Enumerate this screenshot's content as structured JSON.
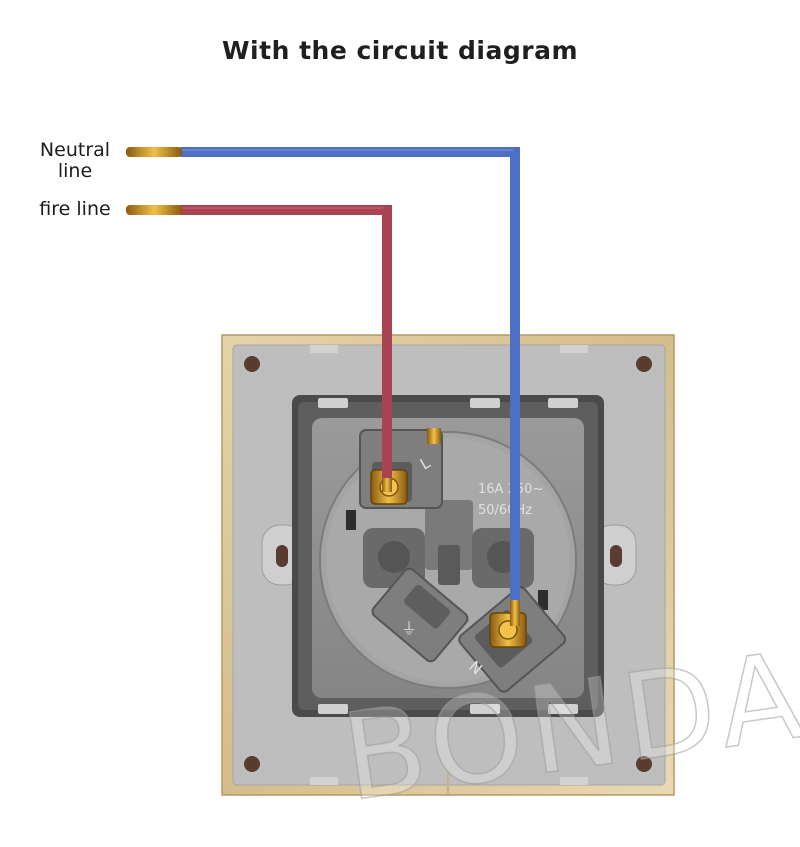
{
  "title": "With the circuit diagram",
  "wires": {
    "neutral": {
      "label_line1": "Neutral",
      "label_line2": "line",
      "color": "#4f6fc4"
    },
    "fire": {
      "label": "fire line",
      "color": "#a84451"
    }
  },
  "socket": {
    "terminal_l": "L",
    "terminal_n": "N",
    "rating_line1": "16A 250~",
    "rating_line2": "50/60Hz",
    "earth_symbol": "⏚"
  },
  "watermark": "BONDA",
  "colors": {
    "frame_gold": "#d9c49a",
    "plate_gray": "#bdbdbd",
    "module_gray": "#8d8d8d",
    "brass": "#d59a2a"
  }
}
